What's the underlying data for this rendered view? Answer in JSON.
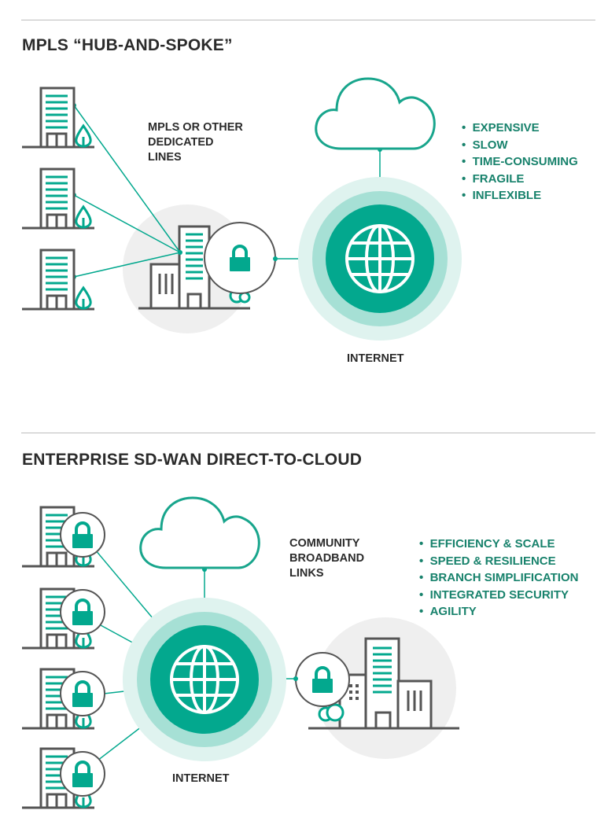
{
  "colors": {
    "teal": "#03a88e",
    "teal_dark": "#18826c",
    "teal_ring_outer": "#dff3ef",
    "teal_ring_mid": "#a6e0d5",
    "gray_circle": "#efefef",
    "stroke_gray": "#555555"
  },
  "sections": [
    {
      "title": "MPLS “HUB-AND-SPOKE”",
      "link_label": [
        "MPLS OR OTHER",
        "DEDICATED",
        "LINES"
      ],
      "internet_label": "INTERNET",
      "bullets": [
        "EXPENSIVE",
        "SLOW",
        "TIME-CONSUMING",
        "FRAGILE",
        "INFLEXIBLE"
      ]
    },
    {
      "title": "ENTERPRISE SD-WAN DIRECT-TO-CLOUD",
      "link_label": [
        "COMMUNITY",
        "BROADBAND",
        "LINKS"
      ],
      "internet_label": "INTERNET",
      "bullets": [
        "EFFICIENCY & SCALE",
        "SPEED & RESILIENCE",
        "BRANCH SIMPLIFICATION",
        "INTEGRATED SECURITY",
        "AGILITY"
      ]
    }
  ],
  "icons": [
    "building-icon",
    "tree-icon",
    "lock-icon",
    "cloud-icon",
    "globe-icon"
  ]
}
